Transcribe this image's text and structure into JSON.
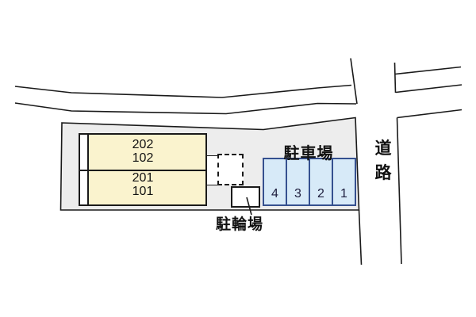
{
  "site_plan": {
    "building": {
      "units": [
        {
          "upper": "202",
          "lower": "102"
        },
        {
          "upper": "201",
          "lower": "101"
        }
      ]
    },
    "parking": {
      "label": "駐車場",
      "stalls": [
        "4",
        "3",
        "2",
        "1"
      ]
    },
    "bicycle_parking": {
      "label": "駐輪場"
    },
    "road": {
      "label": "道路",
      "chars": [
        "道",
        "路"
      ]
    },
    "colors": {
      "building_fill": "#FAF3CE",
      "site_fill": "#EDEDED",
      "stall_fill": "#D7EAF8",
      "stall_border": "#35508F",
      "line": "#1A1A1A"
    }
  }
}
